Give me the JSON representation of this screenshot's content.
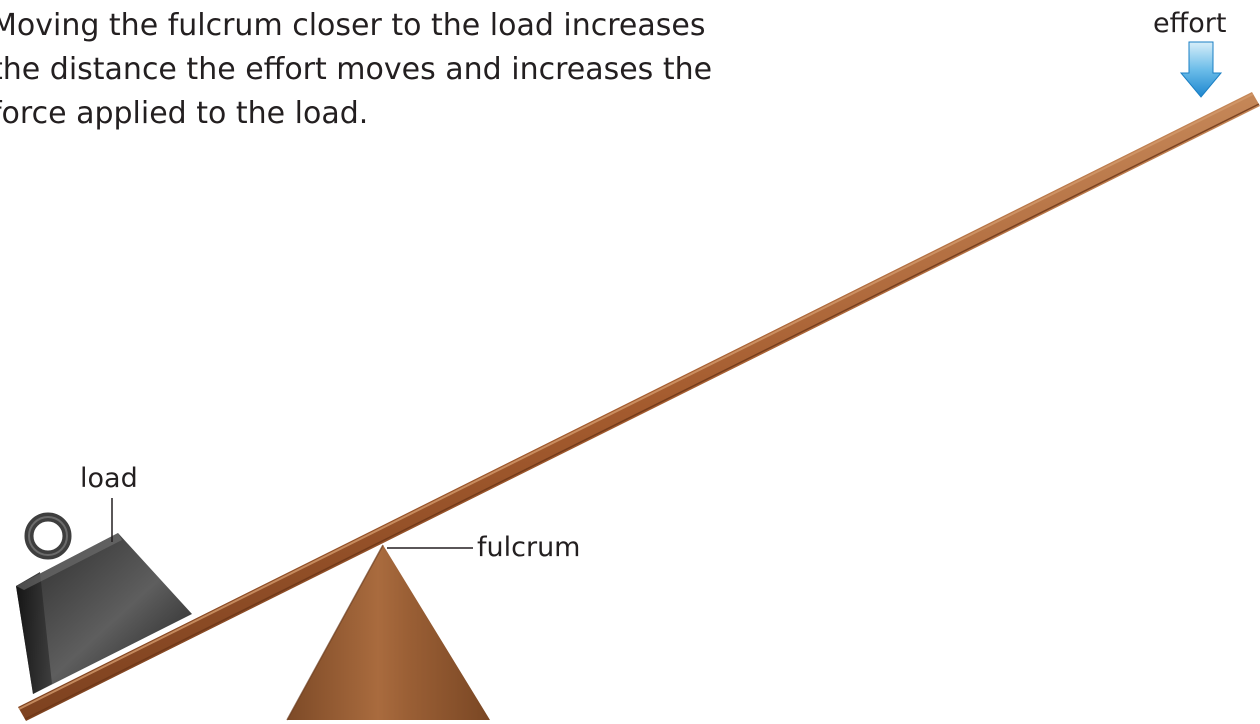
{
  "caption": {
    "text": "Moving the fulcrum closer to the load increases\nthe distance the effort moves and increases the\nforce applied to the load."
  },
  "labels": {
    "effort": "effort",
    "load": "load",
    "fulcrum": "fulcrum"
  },
  "colors": {
    "beam_wood": "#a0582d",
    "beam_highlight": "#c98a5c",
    "fulcrum_wood": "#8f5730",
    "fulcrum_highlight": "#b97a4b",
    "weight_dark": "#1c1c1c",
    "weight_light": "#6a6a6a",
    "effort_arrow_top": "#bfe3f7",
    "effort_arrow_bottom": "#1d8fd6",
    "leader_line": "#231f20"
  },
  "icons": {
    "effort_arrow": "arrow-down-icon",
    "load_weight": "weight-icon",
    "fulcrum": "triangle-fulcrum-icon"
  }
}
